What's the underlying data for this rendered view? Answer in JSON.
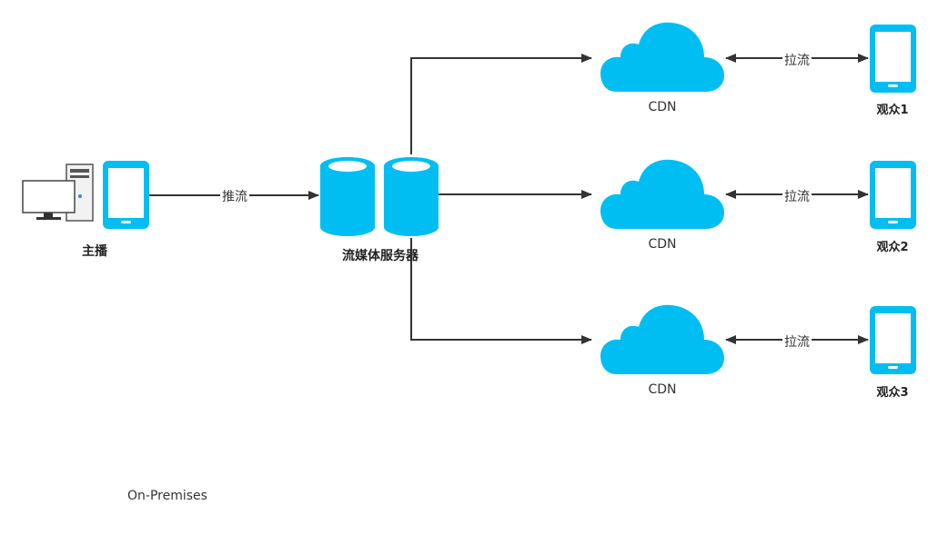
{
  "colors": {
    "accent": "#00bef2",
    "line": "#333333",
    "device": "#2b2b2b"
  },
  "nodes": {
    "broadcaster": {
      "label": "主播"
    },
    "server": {
      "label": "流媒体服务器"
    },
    "cdn1": {
      "label": "CDN"
    },
    "cdn2": {
      "label": "CDN"
    },
    "cdn3": {
      "label": "CDN"
    },
    "viewer1": {
      "label": "观众1"
    },
    "viewer2": {
      "label": "观众2"
    },
    "viewer3": {
      "label": "观众3"
    }
  },
  "edges": {
    "push": {
      "label": "推流"
    },
    "pull1": {
      "label": "拉流"
    },
    "pull2": {
      "label": "拉流"
    },
    "pull3": {
      "label": "拉流"
    }
  },
  "footer": {
    "text": "On-Premises"
  }
}
